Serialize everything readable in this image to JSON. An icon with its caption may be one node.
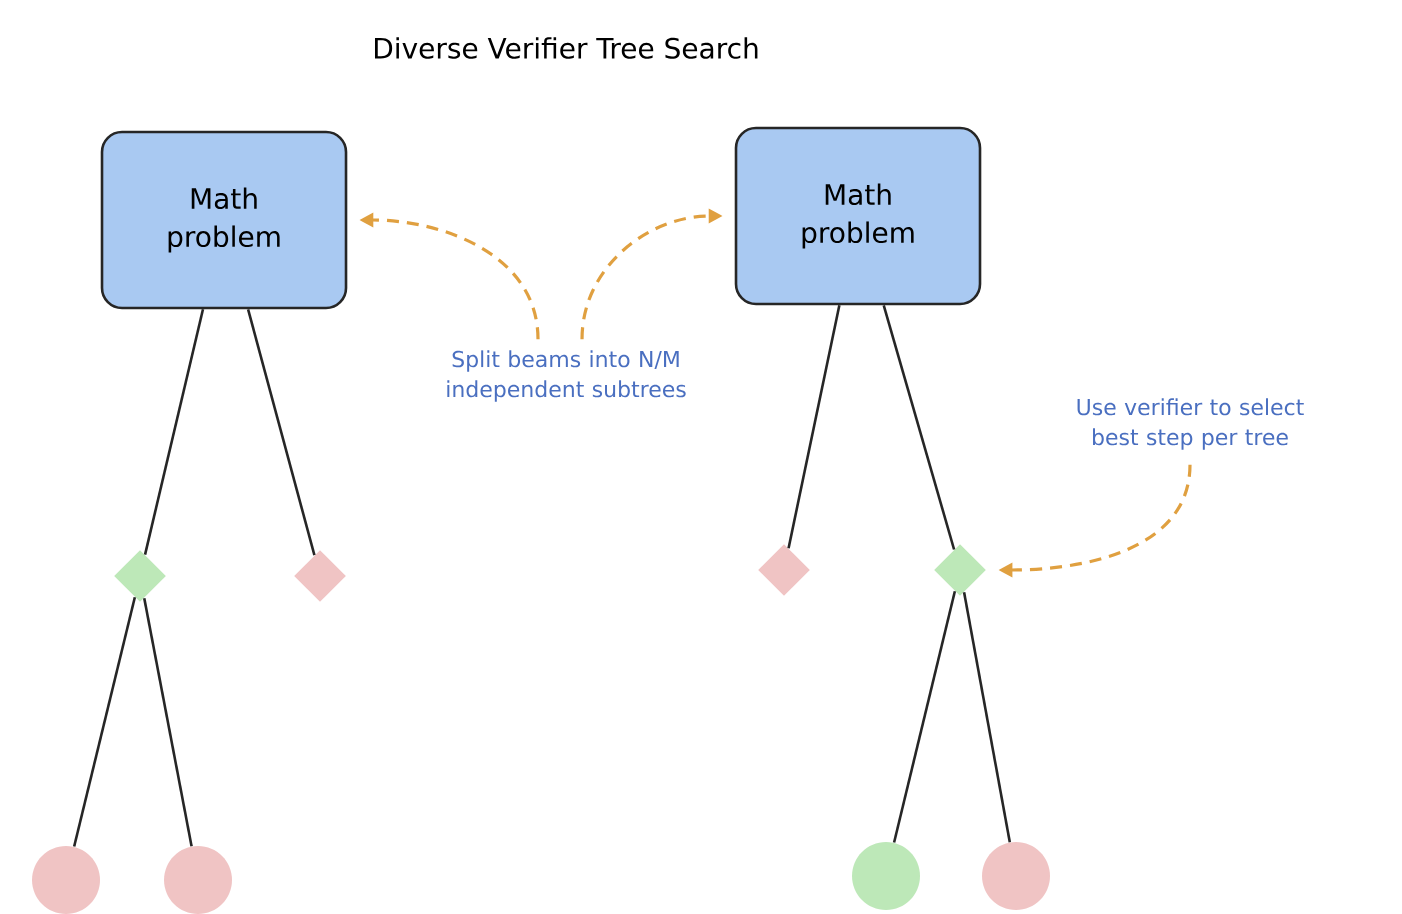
{
  "diagram": {
    "title": "Diverse Verifier Tree Search",
    "nodes": [
      {
        "text": [
          "Math problem"
        ]
      },
      {
        "text": [
          "Math problem"
        ]
      },
      {
        "text": [
          "Split beams into N/M independent subtrees"
        ]
      },
      {
        "text": [
          "Use verifier to select best step per tree"
        ]
      },
      {
        "text": [],
        "shape": "diamond"
      },
      {
        "text": [],
        "shape": "diamond"
      },
      {
        "text": [],
        "shape": "diamond"
      },
      {
        "text": [],
        "shape": "diamond"
      },
      {
        "text": [],
        "shape": "circle"
      },
      {
        "text": [],
        "shape": "circle"
      },
      {
        "text": [],
        "shape": "circle"
      },
      {
        "text": [],
        "shape": "circle"
      }
    ],
    "edges": [
      {
        "from": 0,
        "to": 4,
        "arrow": "none"
      },
      {
        "from": 0,
        "to": 5,
        "arrow": "none"
      },
      {
        "from": 1,
        "to": 6,
        "arrow": "none"
      },
      {
        "from": 1,
        "to": 7,
        "arrow": "none"
      },
      {
        "from": 4,
        "to": 8,
        "arrow": "none"
      },
      {
        "from": 4,
        "to": 9,
        "arrow": "none"
      },
      {
        "from": 7,
        "to": 10,
        "arrow": "none"
      },
      {
        "from": 7,
        "to": 11,
        "arrow": "none"
      },
      {
        "from": 2,
        "to": 0,
        "arrow": "to",
        "style": "dashed",
        "color": "#e0a040"
      },
      {
        "from": 2,
        "to": 1,
        "arrow": "to",
        "style": "dashed",
        "color": "#e0a040"
      },
      {
        "from": 3,
        "to": 7,
        "arrow": "to",
        "style": "dashed",
        "color": "#e0a040"
      }
    ]
  }
}
